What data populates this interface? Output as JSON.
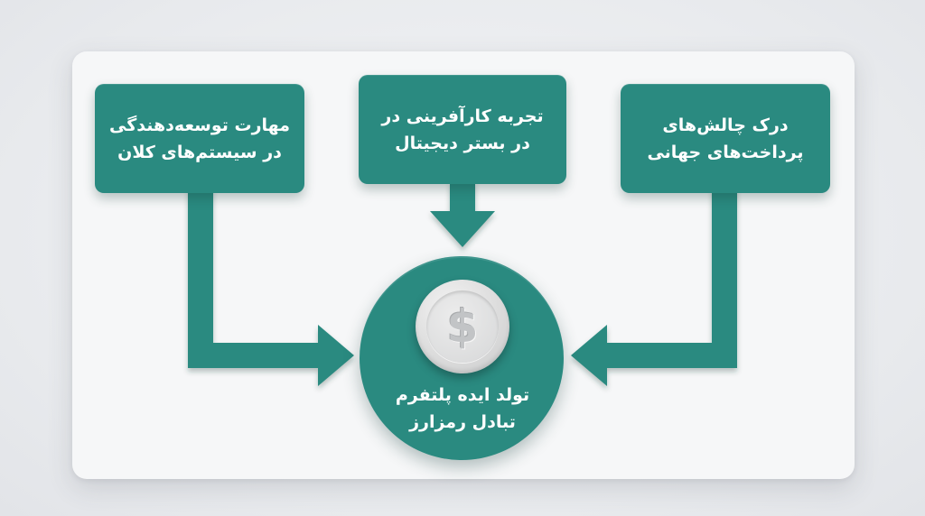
{
  "nodes": {
    "left": {
      "line1": "مهارت توسعه‌دهندگی",
      "line2": "در سیستم‌های کلان"
    },
    "center": {
      "line1": "تجربه کارآفرینی در",
      "line2": "در بستر دیجیتال"
    },
    "right": {
      "line1": "درک چالش‌های",
      "line2": "پرداخت‌های جهانی"
    }
  },
  "hub": {
    "icon": "dollar-coin-icon",
    "glyph": "$",
    "line1": "تولد ایده پلتفرم",
    "line2": "تبادل رمزارز"
  },
  "colors": {
    "teal": "#2a8a80",
    "card": "#f6f7f8",
    "background": "#e9ebee",
    "coin": "#d6d7d8"
  }
}
